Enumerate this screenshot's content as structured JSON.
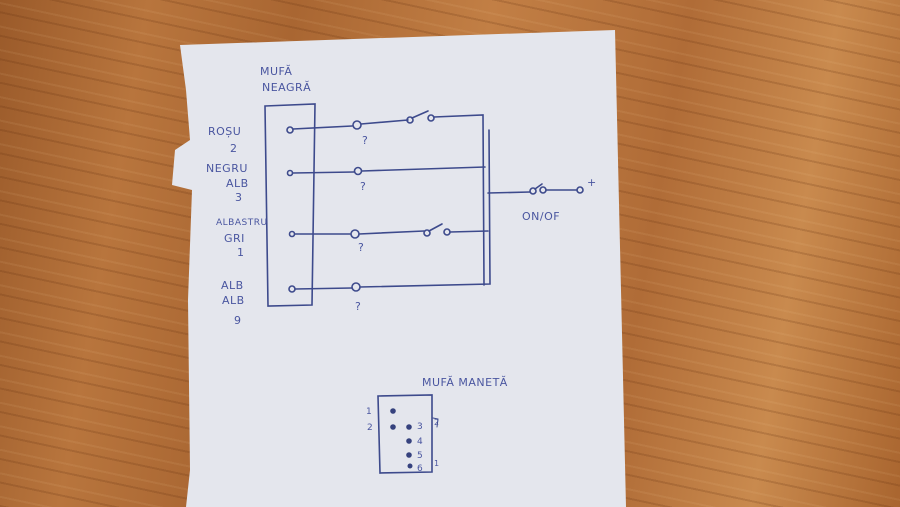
{
  "title_connector_main": [
    "MUFĂ",
    "NEAGRĂ"
  ],
  "wires": [
    {
      "name": [
        "ROȘU",
        "2"
      ]
    },
    {
      "name": [
        "NEGRU",
        "ALB",
        "3"
      ]
    },
    {
      "name": [
        "ALBASTRU",
        "GRI",
        "1"
      ]
    },
    {
      "name": [
        "ALB",
        "ALB",
        "9"
      ]
    }
  ],
  "question_mark": "?",
  "power_switch_label": "ON/OF",
  "plus_label": "+",
  "handle_connector": {
    "title": "MUFĂ MANETĂ",
    "pins_left": [
      "1",
      "2"
    ],
    "pins_right": [
      "3",
      "4",
      "5",
      "6"
    ],
    "bracket_labels": [
      "2",
      "1"
    ]
  },
  "colors": {
    "ink": "#3d4a8c",
    "paper": "#e6e8ef"
  }
}
